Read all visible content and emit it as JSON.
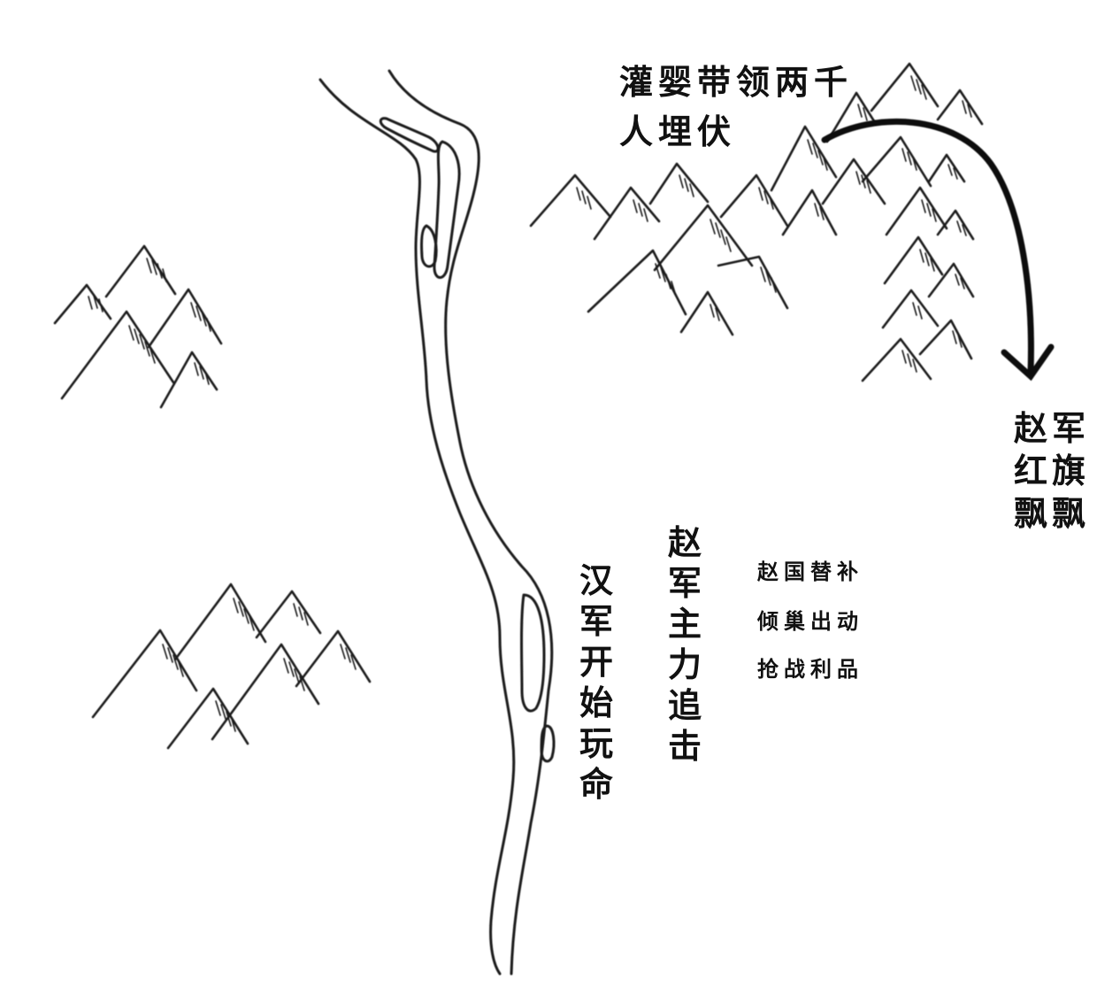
{
  "labels": {
    "ambush_line1": "灌婴带领两千",
    "ambush_line2": "人埋伏",
    "flag_col1": "赵红飘",
    "flag_col2": "军旗飘",
    "han_army": "汉军开始玩命",
    "zhao_main": "赵军主力追击",
    "note_line1": "赵国替补",
    "note_line2": "倾巢出动",
    "note_line3": "抢战利品"
  },
  "colors": {
    "ink": "#111111",
    "background": "#ffffff"
  },
  "icons": {
    "mountain": "mountain-icon",
    "river": "river-icon",
    "arrow": "curved-arrow-icon"
  }
}
